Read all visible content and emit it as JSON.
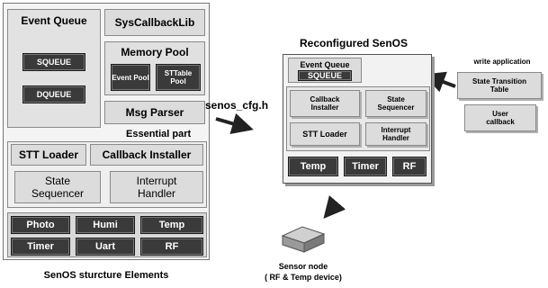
{
  "left": {
    "event_queue": {
      "title": "Event Queue",
      "items": [
        "SQUEUE",
        "DQUEUE"
      ]
    },
    "syscallback": "SysCallbackLib",
    "memory_pool": {
      "title": "Memory Pool",
      "event_pool": "Event Pool",
      "stt_pool": "STTable Pool"
    },
    "msg_parser": "Msg Parser",
    "essential_part": "Essential part",
    "stt_loader": "STT Loader",
    "callback_installer": "Callback Installer",
    "state_sequencer": "State Sequencer",
    "interrupt_handler": "Interrupt Handler",
    "devices": [
      "Photo",
      "Humi",
      "Temp",
      "Timer",
      "Uart",
      "RF"
    ],
    "caption": "SenOS sturcture Elements"
  },
  "cfg": {
    "label": "senos_cfg.h"
  },
  "right": {
    "title": "Reconfigured SenOS",
    "event_queue": "Event Queue",
    "squeue": "SQUEUE",
    "callback_installer": "Callback Installer",
    "state_sequencer": "State Sequencer",
    "stt_loader": "STT Loader",
    "interrupt_handler": "Interrupt Handler",
    "devices": [
      "Temp",
      "Timer",
      "RF"
    ]
  },
  "app": {
    "title": "write application",
    "state_transition_table": "State Transition Table",
    "user_callback": "User callback"
  },
  "sensor": {
    "line1": "Sensor node",
    "line2": "( RF & Temp device)"
  }
}
